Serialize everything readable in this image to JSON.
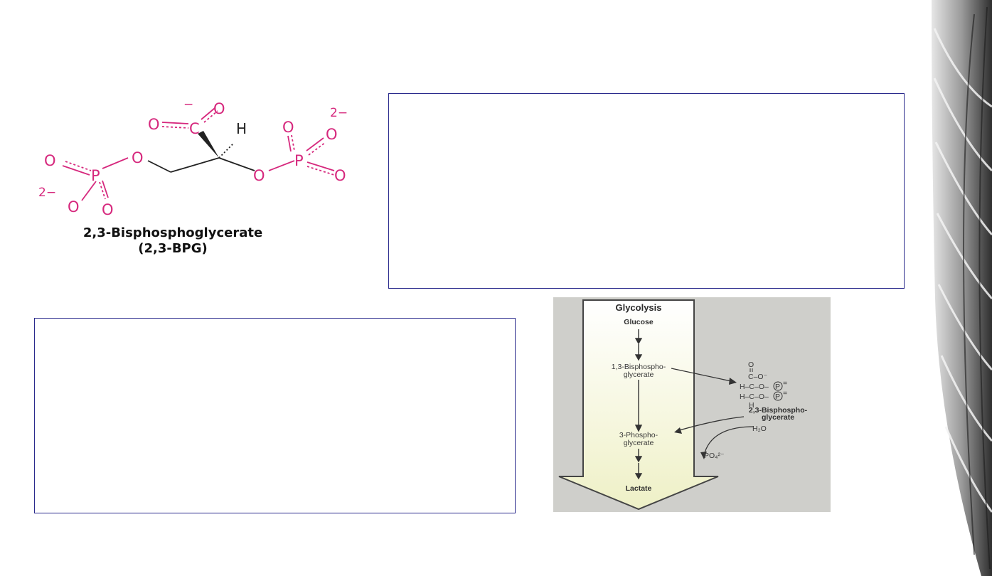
{
  "molecule": {
    "name": "2,3-Bisphosphoglycerate",
    "abbreviation": "(2,3-BPG)",
    "atoms": {
      "oxygen": "O",
      "carbon": "C",
      "phosphorus": "P",
      "hydrogen": "H"
    },
    "charges": {
      "carboxylate": "−",
      "phosphate_right": "2−",
      "phosphate_left": "2−"
    }
  },
  "glycolysis": {
    "title": "Glycolysis",
    "glucose": "Glucose",
    "bpg13_line1": "1,3-Bisphospho-",
    "bpg13_line2": "glycerate",
    "pg3_line1": "3-Phospho-",
    "pg3_line2": "glycerate",
    "lactate": "Lactate",
    "bpg23_line1": "2,3-Bisphospho-",
    "bpg23_line2": "glycerate",
    "water": "H₂O",
    "phosphate": "PO₄²⁻",
    "struct_o": "O",
    "struct_row1": "C–O⁻",
    "struct_row2": "H–C–O–",
    "struct_row3": "H–C–O–",
    "struct_h": "H",
    "struct_p": "P",
    "struct_pcharge": "="
  },
  "boxes": {
    "top_right": "",
    "bottom_left": ""
  },
  "colors": {
    "molecule": "#d6287d",
    "box_border": "#2a2a8c"
  }
}
